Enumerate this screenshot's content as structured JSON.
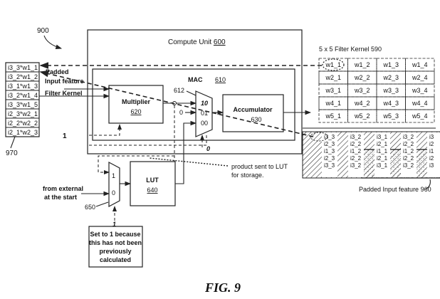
{
  "figure": {
    "ref_900": "900",
    "caption": "FIG. 9"
  },
  "list_970": {
    "ref": "970",
    "items": [
      "i3_3*w1_1",
      "i3_2*w1_2",
      "i3_1*w1_3",
      "i3_2*w1_4",
      "i3_3*w1_5",
      "i2_3*w2_1",
      "i2_2*w2_2",
      "i2_1*w2_3"
    ]
  },
  "inputs": {
    "padded_line1": "Padded",
    "padded_line2": "Input feature",
    "filter_kernel": "Filter Kernel",
    "one": "1"
  },
  "compute_unit": {
    "label": "Compute Unit ",
    "ref": "600"
  },
  "mac": {
    "label": "MAC",
    "ref": "610"
  },
  "multiplier": {
    "label": "Multiplier",
    "ref": "620"
  },
  "mux_612": {
    "ref": "612",
    "inputs": [
      "10",
      "01",
      "00"
    ],
    "zero_input": "0",
    "select": "0"
  },
  "accumulator": {
    "label": "Accumulator",
    "ref": "630"
  },
  "lut": {
    "label": "LUT",
    "ref": "640"
  },
  "mux_650": {
    "ref": "650",
    "inputs": [
      "1",
      "0"
    ],
    "select": "1"
  },
  "external": {
    "line1": "from external",
    "line2": "at the start"
  },
  "note": {
    "lines": [
      "Set to 1 because",
      "this has not been",
      "previously",
      "calculated"
    ]
  },
  "product_note": {
    "line1": "product sent to LUT",
    "line2": "for storage."
  },
  "filter_kernel_590": {
    "title": "5 x 5 Filter Kernel 590",
    "rows": [
      [
        "w1_1",
        "w1_2",
        "w1_3",
        "w1_4"
      ],
      [
        "w2_1",
        "w2_2",
        "w2_3",
        "w2_4"
      ],
      [
        "w3_1",
        "w3_2",
        "w3_3",
        "w3_4"
      ],
      [
        "w4_1",
        "w4_2",
        "w4_3",
        "w4_4"
      ],
      [
        "w5_1",
        "w5_2",
        "w5_3",
        "w5_4"
      ]
    ]
  },
  "padded_input_960": {
    "label": "Padded Input feature 960",
    "columns": [
      [
        "i3_3",
        "i2_3",
        "i1_3",
        "i2_3",
        "i3_3"
      ],
      [
        "i3_2",
        "i2_2",
        "i1_2",
        "i2_2",
        "i3_2"
      ],
      [
        "i3_1",
        "i2_1",
        "i1_1",
        "i2_1",
        "i3_1"
      ],
      [
        "i3_2",
        "i2_2",
        "i1_2",
        "i2_2",
        "i3_2"
      ],
      [
        "i3",
        "i2",
        "i1",
        "i2",
        "i3"
      ]
    ]
  }
}
